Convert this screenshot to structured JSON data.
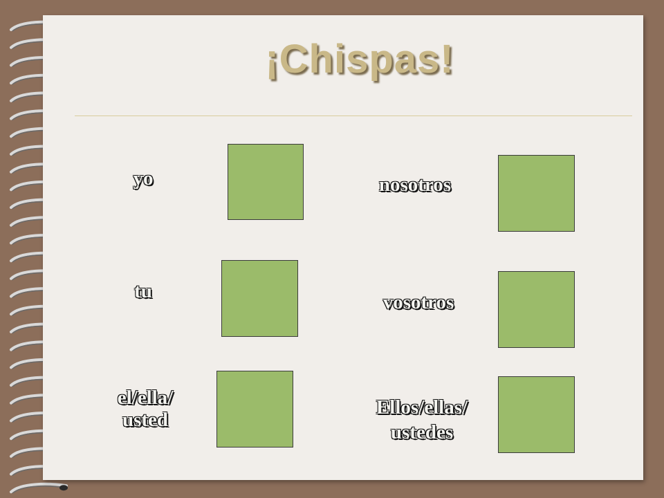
{
  "title": "¡Chispas!",
  "colors": {
    "background": "#8c6e5a",
    "page": "#f1eeea",
    "shape_fill": "#9bbb6a",
    "title": "#c9b888"
  },
  "icons": {
    "spiral": "spiral-binding-icon",
    "clipart": "pencil-and-crow-clipart-icon"
  },
  "pronouns": {
    "yo": "yo",
    "tu": "tu",
    "el_line1": "el/ella/",
    "el_line2": "usted",
    "nosotros": "nosotros",
    "vosotros": "vosotros",
    "ellos_line1": "Ellos/ellas/",
    "ellos_line2": "ustedes"
  }
}
